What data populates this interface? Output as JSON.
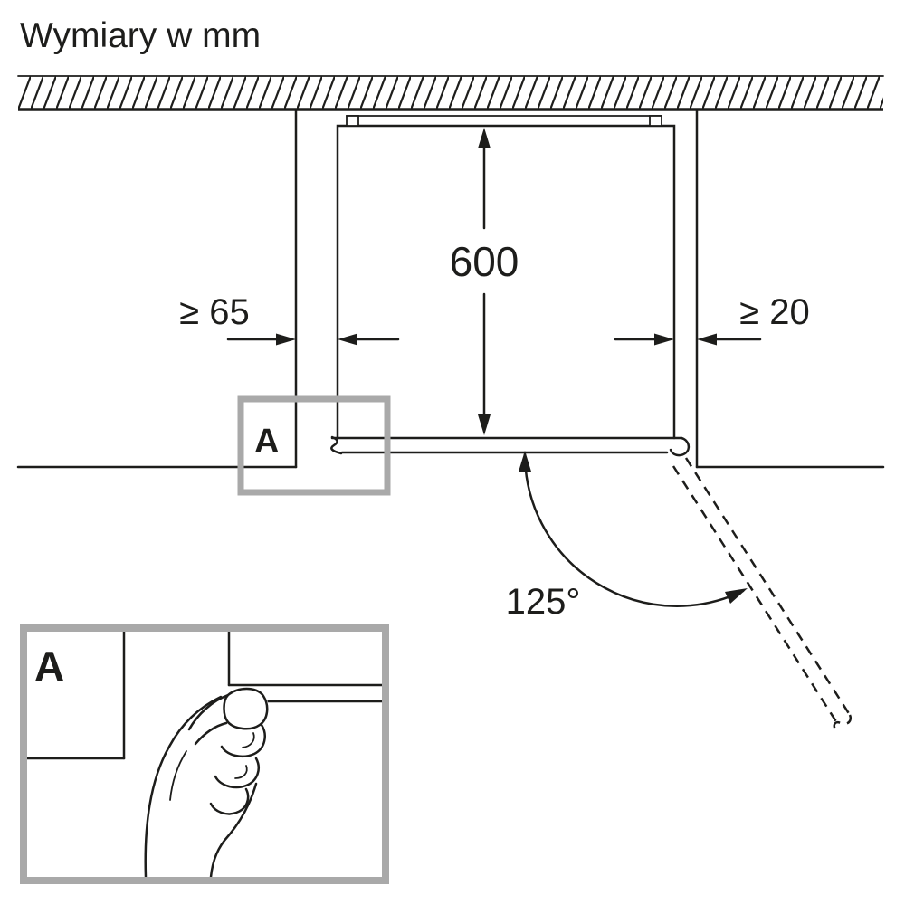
{
  "title": "Wymiary w mm",
  "diagram": {
    "depth_label": "600",
    "left_clearance_label": "≥ 65",
    "right_clearance_label": "≥ 20",
    "door_angle_label": "125°",
    "detail_marker_label": "A"
  },
  "detail_view": {
    "label": "A"
  },
  "colors": {
    "line": "#1d1d1b",
    "detail_frame": "#a9a9a9",
    "background": "#ffffff"
  }
}
